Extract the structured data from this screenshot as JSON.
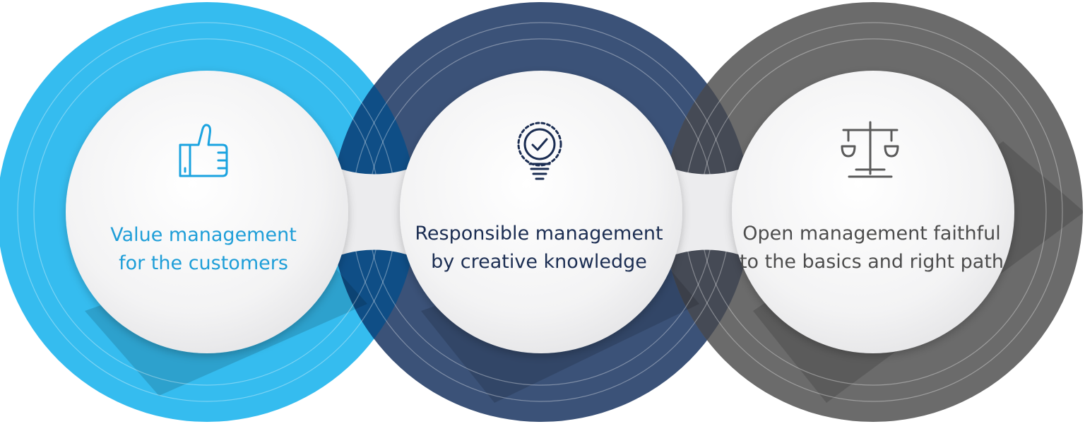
{
  "colors": {
    "circle_1": "#35BCEF",
    "circle_2": "#3B5278",
    "circle_3": "#6B6B6B",
    "overlap_1_2": "#0F4E86",
    "overlap_2_3": "#454A55",
    "inner_fill": "#F4F4F5",
    "icon_1": "#1AA3E0",
    "icon_2": "#1B2D52",
    "icon_3": "#5A5A5A",
    "text_1": "#1E9ED8",
    "text_2": "#1B2D52",
    "text_3": "#4D4D4D"
  },
  "cards": [
    {
      "icon": "thumbs-up-icon",
      "line1": "Value management",
      "line2": "for the customers"
    },
    {
      "icon": "lightbulb-check-icon",
      "line1": "Responsible management",
      "line2": "by creative knowledge"
    },
    {
      "icon": "balance-scale-icon",
      "line1": "Open management faithful",
      "line2": "to the basics and right path"
    }
  ]
}
